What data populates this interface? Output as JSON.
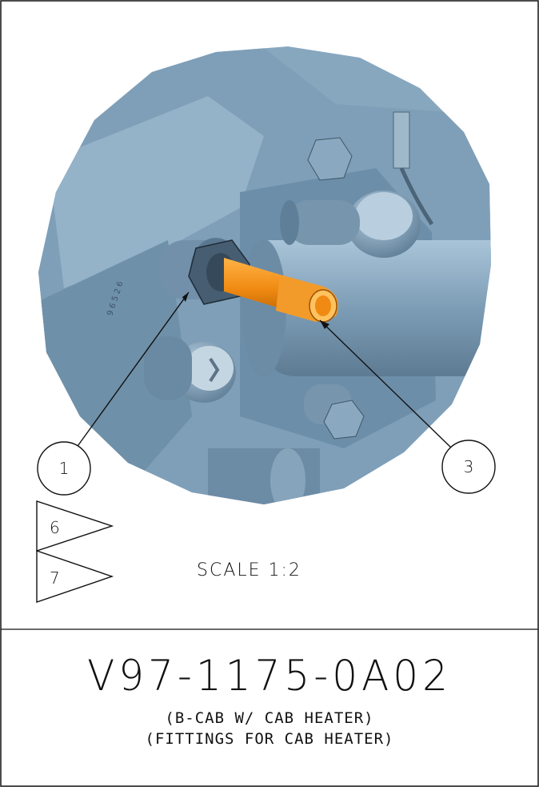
{
  "callouts": {
    "balloon_1": "1",
    "balloon_3": "3",
    "flag_6": "6",
    "flag_7": "7"
  },
  "scale_label": "SCALE  1:2",
  "title_block": {
    "part_number": "V97-1175-0A02",
    "line1": "(B-CAB W/ CAB HEATER)",
    "line2": "(FITTINGS FOR CAB HEATER)"
  },
  "colors": {
    "steel_blue": "#8fb0c8",
    "fitting_orange": "#f08a12",
    "line": "#111111"
  }
}
